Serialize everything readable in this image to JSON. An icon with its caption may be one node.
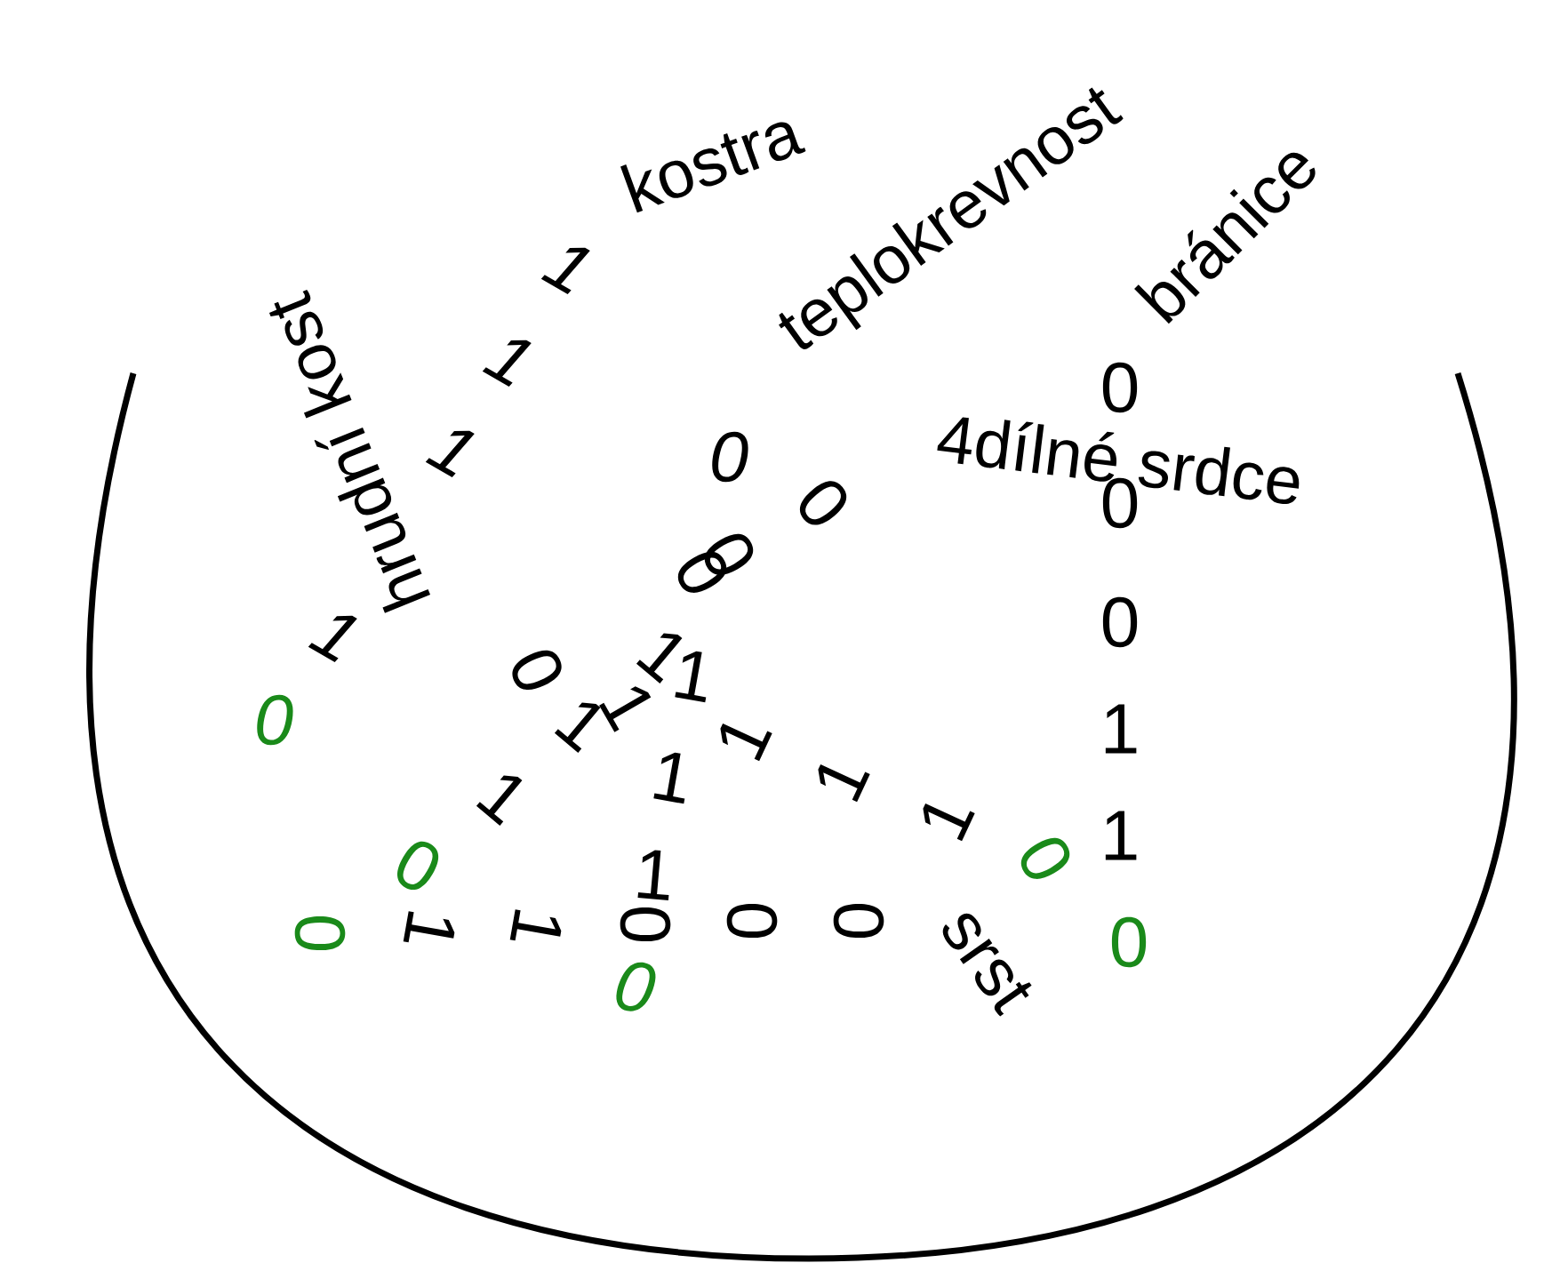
{
  "diagram": {
    "labels": [
      "kostra",
      "hrudní kost",
      "teplokrevnost",
      "bránice",
      "1",
      "1",
      "0",
      "4dílné srdce",
      "1",
      "0",
      "0",
      "0",
      "0",
      "0",
      "0",
      "1",
      "0",
      "1",
      "1",
      "0",
      "1",
      "1",
      "1",
      "1",
      "1",
      "1",
      "1",
      "1",
      "1",
      "0",
      "0",
      "1",
      "0",
      "0",
      "0",
      "1",
      "1",
      "0",
      "0",
      "srst",
      "0"
    ]
  }
}
